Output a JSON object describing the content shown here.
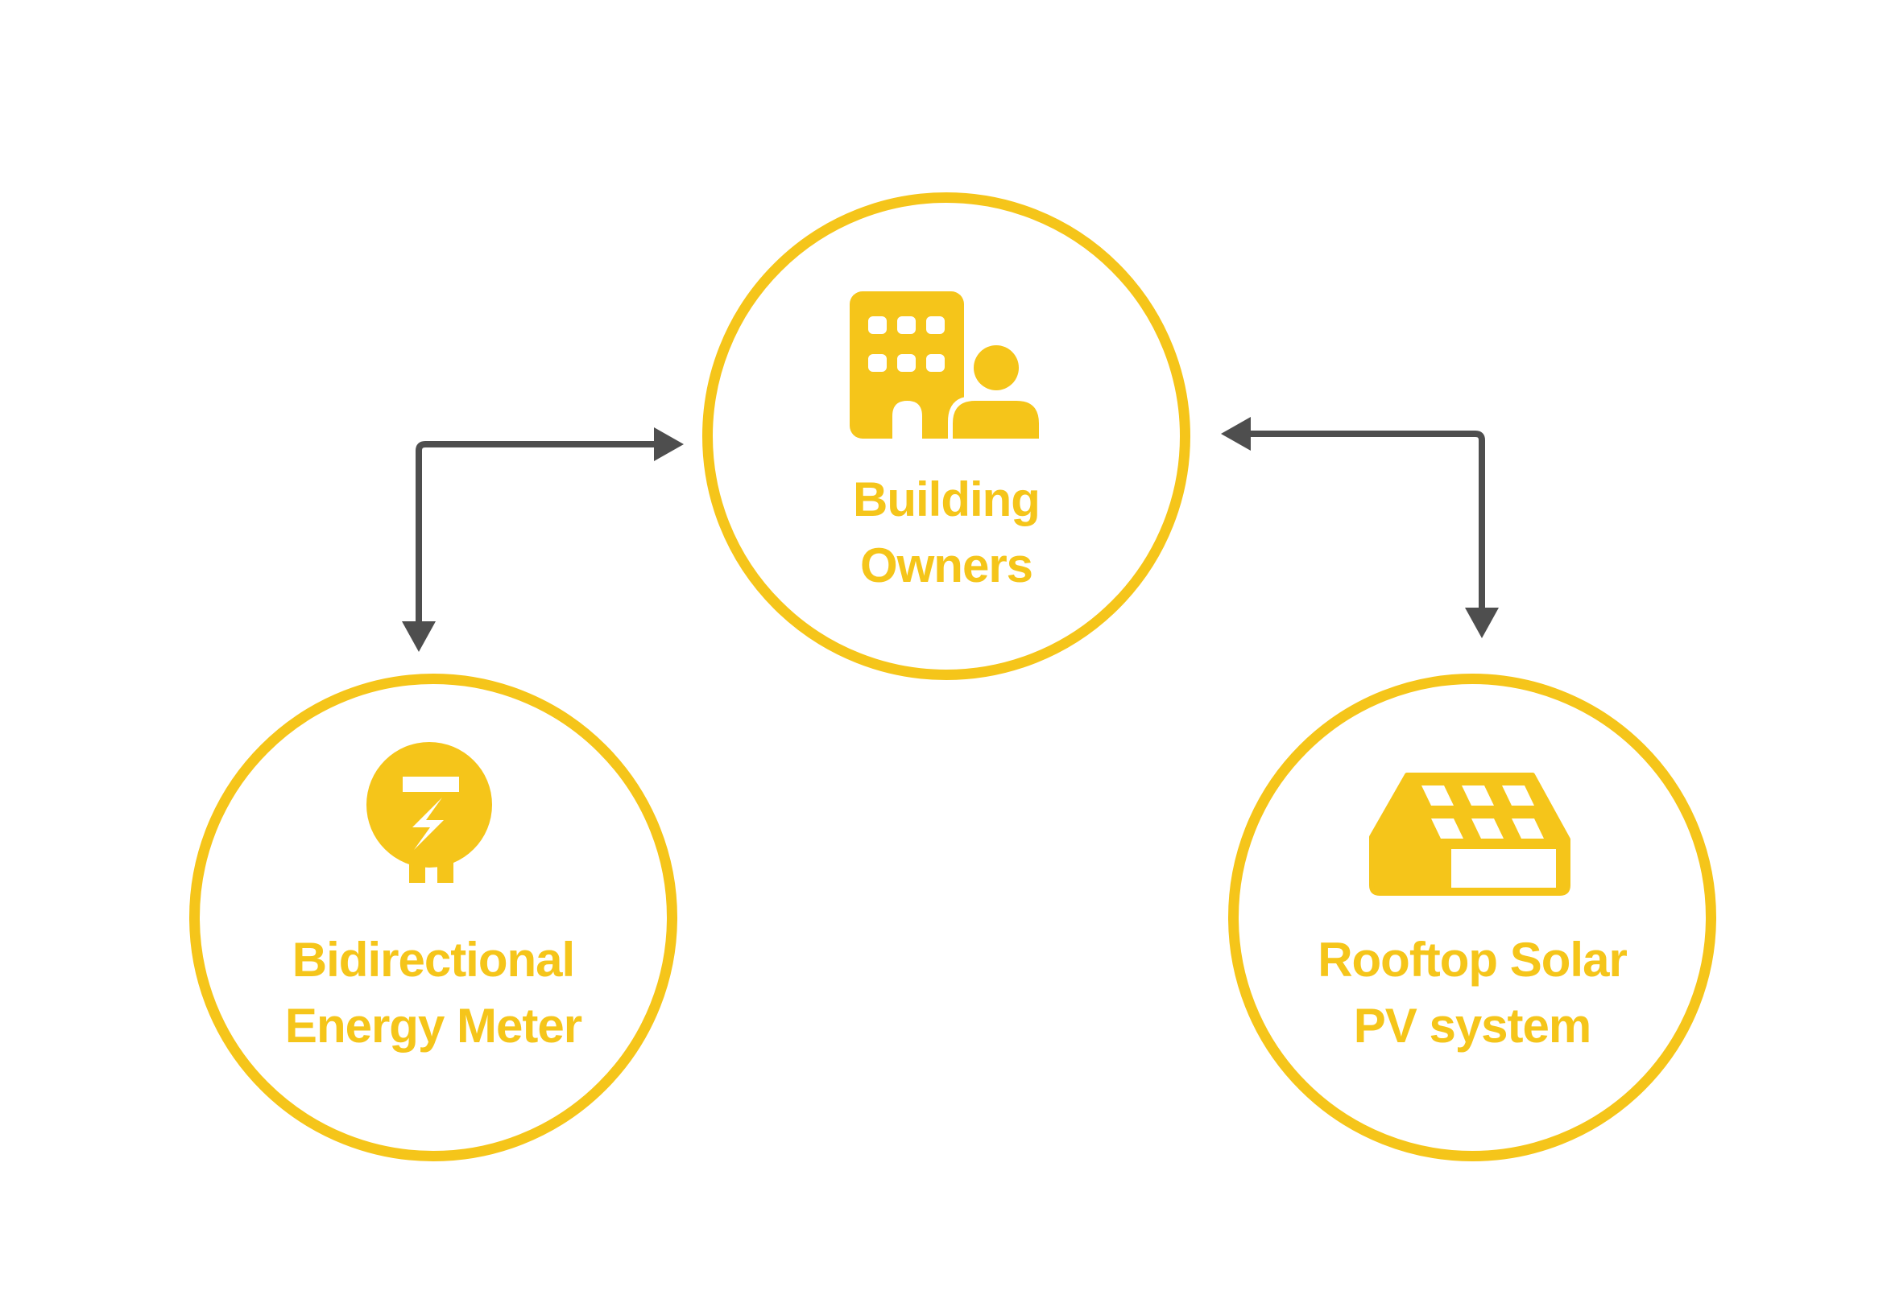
{
  "diagram": {
    "background_color": "#FFFFFF",
    "accent_color": "#F5C51A",
    "arrow_color": "#4E4E4E",
    "nodes": [
      {
        "id": "building-owners",
        "label_line1": "Building",
        "label_line2": "Owners",
        "icon": "building-user-icon"
      },
      {
        "id": "bidirectional-energy-meter",
        "label_line1": "Bidirectional",
        "label_line2": "Energy Meter",
        "icon": "energy-meter-icon"
      },
      {
        "id": "rooftop-solar-pv",
        "label_line1": "Rooftop Solar",
        "label_line2": "PV system",
        "icon": "solar-roof-icon"
      }
    ],
    "connectors": [
      {
        "id": "meter-building",
        "between": [
          "bidirectional-energy-meter",
          "building-owners"
        ],
        "shape": "elbow",
        "arrowheads": [
          "into-building-owners",
          "into-bidirectional-energy-meter"
        ]
      },
      {
        "id": "solar-building",
        "between": [
          "rooftop-solar-pv",
          "building-owners"
        ],
        "shape": "elbow",
        "arrowheads": [
          "into-building-owners",
          "into-rooftop-solar-pv"
        ]
      }
    ]
  }
}
